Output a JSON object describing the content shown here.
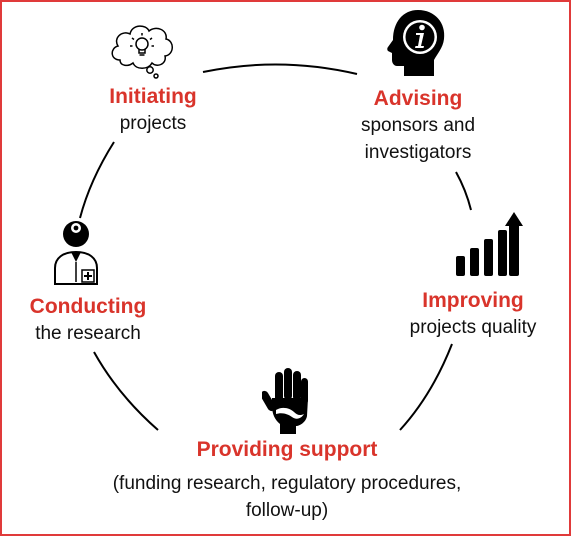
{
  "colors": {
    "border": "#e03a3a",
    "accent": "#d9342b",
    "text": "#111111",
    "icon": "#000000"
  },
  "nodes": {
    "initiating": {
      "title": "Initiating",
      "lines": [
        "projects"
      ],
      "icon": "thought-bubble-lightbulb-icon"
    },
    "advising": {
      "title": "Advising",
      "lines": [
        "sponsors and",
        "investigators"
      ],
      "icon": "head-info-icon"
    },
    "improving": {
      "title": "Improving",
      "lines": [
        "projects quality"
      ],
      "icon": "bar-chart-up-icon"
    },
    "providing": {
      "title": "Providing support",
      "lines": [
        "(funding research, regulatory procedures,",
        "follow-up)"
      ],
      "icon": "helping-hand-icon"
    },
    "conducting": {
      "title": "Conducting",
      "lines": [
        "the research"
      ],
      "icon": "doctor-icon"
    }
  }
}
